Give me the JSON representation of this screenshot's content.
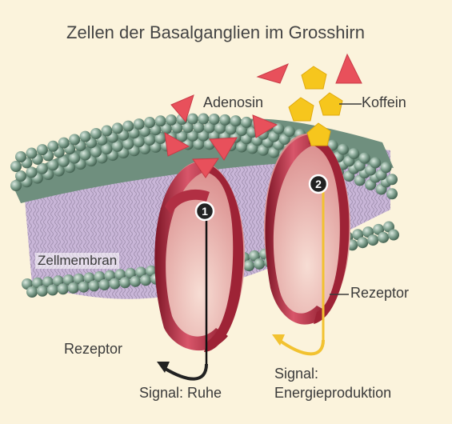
{
  "title": "Zellen der Basalganglien im Grosshirn",
  "labels": {
    "adenosin": "Adenosin",
    "koffein": "Koffein",
    "zellmembran": "Zellmembran",
    "rezeptor_left": "Rezeptor",
    "rezeptor_right": "Rezeptor",
    "signal_rest": "Signal: Ruhe",
    "signal_energy_line1": "Signal:",
    "signal_energy_line2": "Energieproduktion"
  },
  "markers": [
    "1",
    "2"
  ],
  "colors": {
    "background": "#fbf3dc",
    "membrane_bead": "#7d9e8c",
    "membrane_inner": "#c9b6d8",
    "receptor": "#c0394a",
    "adenosin": "#e8505b",
    "koffein": "#f6c61d",
    "signal_rest": "#222222",
    "signal_energy": "#f2c230"
  }
}
